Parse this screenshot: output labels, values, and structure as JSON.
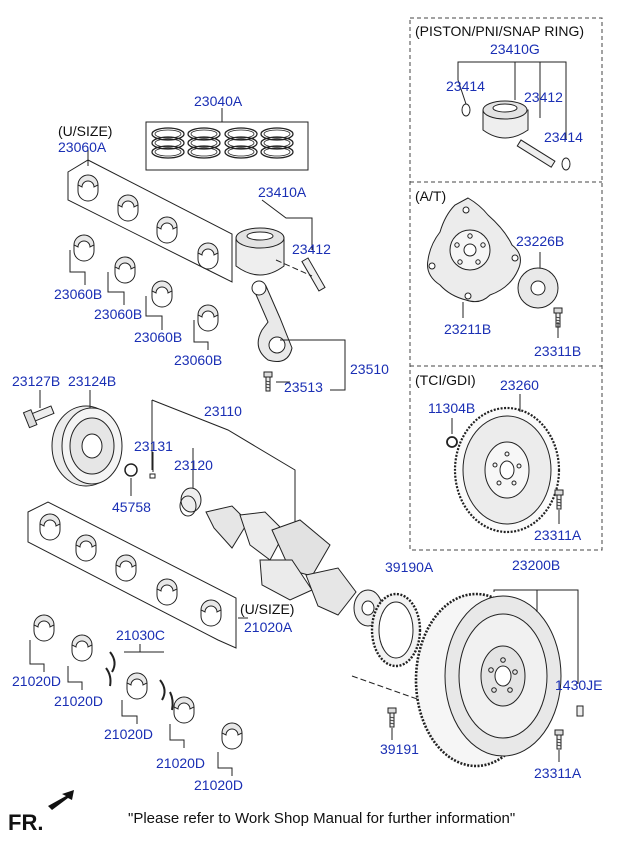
{
  "labels": [
    {
      "id": "23040A",
      "text": "23040A",
      "kind": "part"
    },
    {
      "id": "usize_top",
      "text": "(U/SIZE)",
      "kind": "note"
    },
    {
      "id": "23060A",
      "text": "23060A",
      "kind": "part"
    },
    {
      "id": "23410A",
      "text": "23410A",
      "kind": "part"
    },
    {
      "id": "23412_mid",
      "text": "23412",
      "kind": "part"
    },
    {
      "id": "23060B_1",
      "text": "23060B",
      "kind": "part"
    },
    {
      "id": "23060B_2",
      "text": "23060B",
      "kind": "part"
    },
    {
      "id": "23060B_3",
      "text": "23060B",
      "kind": "part"
    },
    {
      "id": "23060B_4",
      "text": "23060B",
      "kind": "part"
    },
    {
      "id": "23510",
      "text": "23510",
      "kind": "part"
    },
    {
      "id": "23513",
      "text": "23513",
      "kind": "part"
    },
    {
      "id": "23127B",
      "text": "23127B",
      "kind": "part"
    },
    {
      "id": "23124B",
      "text": "23124B",
      "kind": "part"
    },
    {
      "id": "23110",
      "text": "23110",
      "kind": "part"
    },
    {
      "id": "23131",
      "text": "23131",
      "kind": "part"
    },
    {
      "id": "23120",
      "text": "23120",
      "kind": "part"
    },
    {
      "id": "45758",
      "text": "45758",
      "kind": "part"
    },
    {
      "id": "usize_bottom",
      "text": "(U/SIZE)",
      "kind": "note"
    },
    {
      "id": "21020A",
      "text": "21020A",
      "kind": "part"
    },
    {
      "id": "21030C",
      "text": "21030C",
      "kind": "part"
    },
    {
      "id": "21020D_1",
      "text": "21020D",
      "kind": "part"
    },
    {
      "id": "21020D_2",
      "text": "21020D",
      "kind": "part"
    },
    {
      "id": "21020D_3",
      "text": "21020D",
      "kind": "part"
    },
    {
      "id": "21020D_4",
      "text": "21020D",
      "kind": "part"
    },
    {
      "id": "21020D_5",
      "text": "21020D",
      "kind": "part"
    },
    {
      "id": "39190A",
      "text": "39190A",
      "kind": "part"
    },
    {
      "id": "39191",
      "text": "39191",
      "kind": "part"
    },
    {
      "id": "23200B",
      "text": "23200B",
      "kind": "part"
    },
    {
      "id": "1430JE",
      "text": "1430JE",
      "kind": "part"
    },
    {
      "id": "23311A_bottom",
      "text": "23311A",
      "kind": "part"
    },
    {
      "id": "piston_title",
      "text": "(PISTON/PNI/SNAP RING)",
      "kind": "note"
    },
    {
      "id": "23410G",
      "text": "23410G",
      "kind": "part"
    },
    {
      "id": "23414_a",
      "text": "23414",
      "kind": "part"
    },
    {
      "id": "23412_box",
      "text": "23412",
      "kind": "part"
    },
    {
      "id": "23414_b",
      "text": "23414",
      "kind": "part"
    },
    {
      "id": "at_title",
      "text": "(A/T)",
      "kind": "note"
    },
    {
      "id": "23226B",
      "text": "23226B",
      "kind": "part"
    },
    {
      "id": "23211B",
      "text": "23211B",
      "kind": "part"
    },
    {
      "id": "23311B",
      "text": "23311B",
      "kind": "part"
    },
    {
      "id": "tci_title",
      "text": "(TCI/GDI)",
      "kind": "note"
    },
    {
      "id": "11304B",
      "text": "11304B",
      "kind": "part"
    },
    {
      "id": "23260",
      "text": "23260",
      "kind": "part"
    },
    {
      "id": "23311A_box",
      "text": "23311A",
      "kind": "part"
    }
  ],
  "footer": {
    "fr_label": "FR.",
    "note": "\"Please refer to Work Shop Manual for further information\""
  },
  "colors": {
    "part_number": "#1a2fb4",
    "text": "#111111",
    "line": "#222222",
    "part_fill": "#ebebeb"
  }
}
